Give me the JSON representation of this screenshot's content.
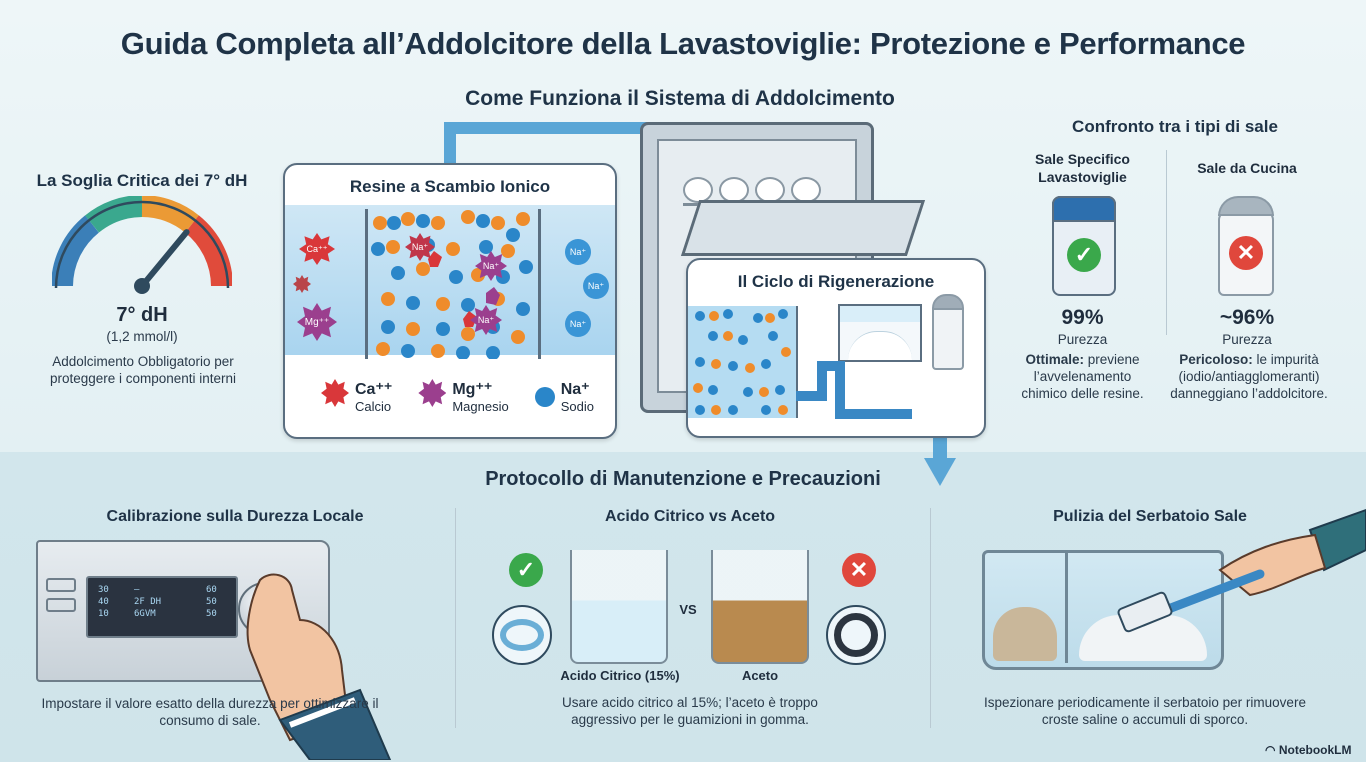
{
  "title": "Guida Completa all’Addolcitore della Lavastoviglie: Protezione e Performance",
  "how_it_works": {
    "title": "Come Funziona il Sistema di Addolcimento",
    "resin": {
      "title": "Resine a Scambio Ionico",
      "ion_labels": {
        "ca": "Ca⁺⁺",
        "mg": "Mg⁺⁺",
        "na": "Na⁺"
      },
      "legend": [
        {
          "symbol": "Ca⁺⁺",
          "name": "Calcio",
          "color": "#d9373a"
        },
        {
          "symbol": "Mg⁺⁺",
          "name": "Magnesio",
          "color": "#9b3f8e"
        },
        {
          "symbol": "Na⁺",
          "name": "Sodio",
          "color": "#2a86c9"
        }
      ]
    },
    "regen": {
      "title": "Il Ciclo di Rigenerazione"
    }
  },
  "threshold": {
    "title": "La Soglia Critica dei 7° dH",
    "value": "7° dH",
    "sub": "(1,2 mmol/l)",
    "desc": "Addolcimento Obbligatorio per proteggere i componenti interni",
    "gauge_level": 0.72
  },
  "comparison": {
    "title": "Confronto tra i tipi di sale",
    "items": [
      {
        "name": "Sale Specifico Lavastoviglie",
        "purity": "99%",
        "purity_label": "Purezza",
        "verdict": "Ottimale:",
        "text": "previene l’avvelenamento chimico delle resine.",
        "icon": "check-icon"
      },
      {
        "name": "Sale da Cucina",
        "purity": "~96%",
        "purity_label": "Purezza",
        "verdict": "Pericoloso:",
        "text": "le impurità (iodio/antiagglomeranti) danneggiano l’addolcitore.",
        "icon": "cross-icon"
      }
    ]
  },
  "maintenance": {
    "title": "Protocollo di Manutenzione e Precauzioni",
    "calibration": {
      "title": "Calibrazione sulla Durezza Locale",
      "display": {
        "left": [
          "30",
          "40",
          "10"
        ],
        "mid": [
          "—",
          "2F DH",
          "6GVM"
        ],
        "right": [
          "60",
          "50",
          "50"
        ]
      },
      "desc": "Impostare il valore esatto della durezza per ottimizzare il consumo di sale."
    },
    "acid": {
      "title": "Acido Citrico vs Aceto",
      "left_label": "Acido Citrico (15%)",
      "vs": "VS",
      "right_label": "Aceto",
      "desc": "Usare acido citrico al 15%; l’aceto è troppo aggressivo per le guamizioni in gomma."
    },
    "tank": {
      "title": "Pulizia del Serbatoio Sale",
      "desc": "Ispezionare periodicamente il serbatoio per rimuovere croste saline o accumuli di sporco."
    }
  },
  "brand": "NotebookLM"
}
